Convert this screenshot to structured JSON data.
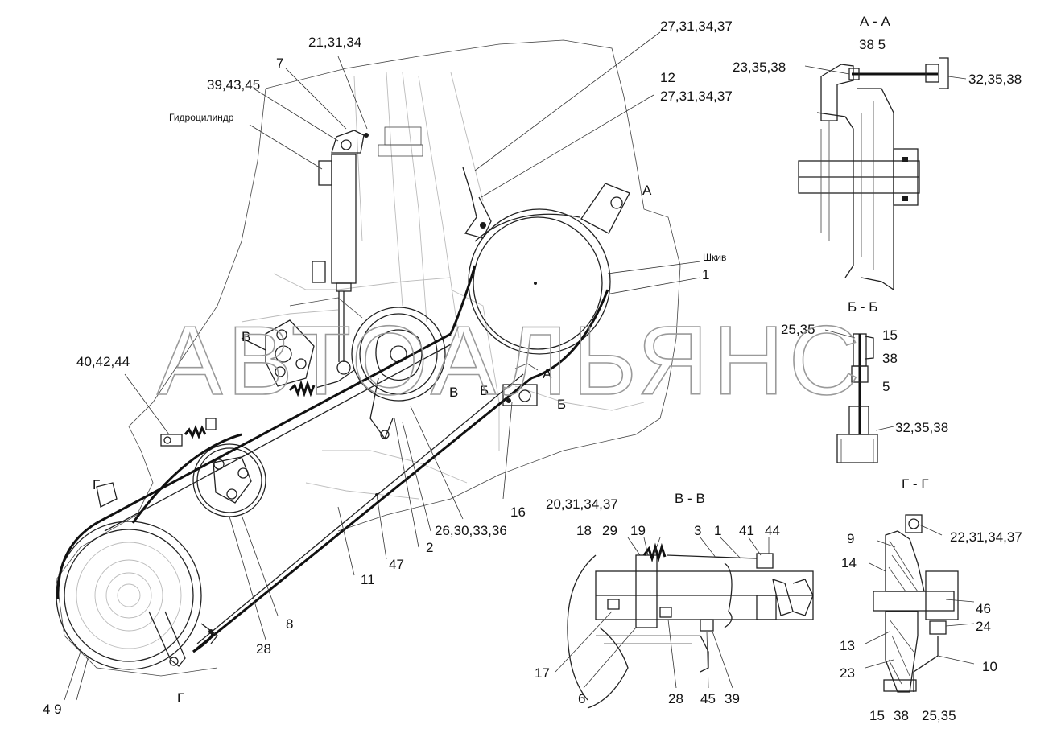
{
  "labels": {
    "l_21_31_34": "21,31,34",
    "l_7": "7",
    "l_39_43_45": "39,43,45",
    "l_hydro": "Гидроцилиндр",
    "l_27_31_34_37a": "27,31,34,37",
    "l_12": "12",
    "l_27_31_34_37b": "27,31,34,37",
    "l_A": "А",
    "l_shkiv": "Шкив",
    "l_1": "1",
    "l_V": "В",
    "l_40_42_44": "40,42,44",
    "l_A2": "А",
    "l_B_a": "Б",
    "l_V2": "В",
    "l_B_b": "Б",
    "l_G": "Г",
    "l_G2": "Г",
    "l_16": "16",
    "l_20_31_34_37": "20,31,34,37",
    "l_26_30_33_36": "26,30,33,36",
    "l_2": "2",
    "l_47": "47",
    "l_11": "11",
    "l_8": "8",
    "l_28": "28",
    "l_4_9": "4 9"
  },
  "sections": {
    "aa": {
      "title": "А - А",
      "c38_5": "38 5",
      "c23_35_38": "23,35,38",
      "c32_35_38": "32,35,38"
    },
    "bb": {
      "title": "Б - Б",
      "c25_35": "25,35",
      "c15": "15",
      "c38": "38",
      "c5": "5",
      "c32_35_38": "32,35,38"
    },
    "vv": {
      "title": "В - В",
      "c18": "18",
      "c29": "29",
      "c19": "19",
      "c3": "3",
      "c1": "1",
      "c41": "41",
      "c44": "44",
      "c17": "17",
      "c6": "6",
      "c28": "28",
      "c45": "45",
      "c39": "39"
    },
    "gg": {
      "title": "Г - Г",
      "c22_31_34_37": "22,31,34,37",
      "c9": "9",
      "c14": "14",
      "c46": "46",
      "c24": "24",
      "c13": "13",
      "c23": "23",
      "c10": "10",
      "c15": "15",
      "c38": "38",
      "c25_35": "25,35"
    }
  },
  "watermark": "АВТОАЛЬЯНС"
}
